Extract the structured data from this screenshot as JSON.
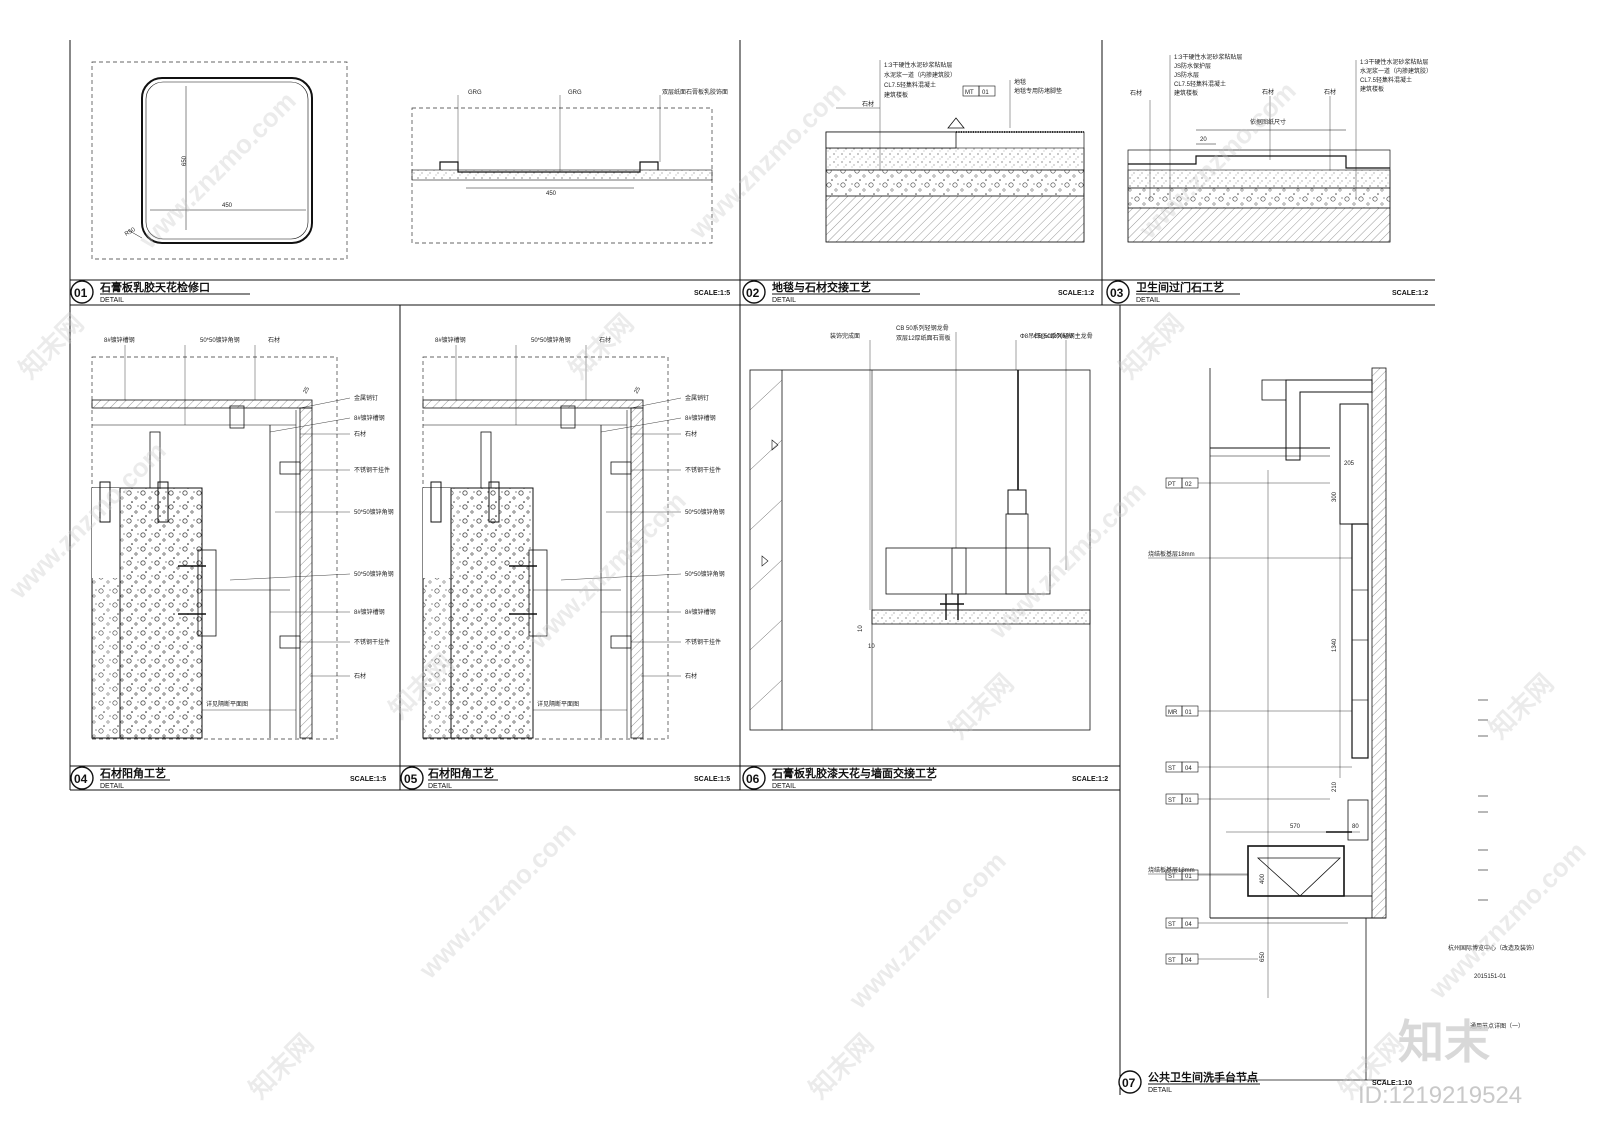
{
  "panels": [
    {
      "num": "01",
      "title": "石膏板乳胶天花检修口",
      "sub": "DETAIL",
      "scale": "SCALE:1:5"
    },
    {
      "num": "02",
      "title": "地毯与石材交接工艺",
      "sub": "DETAIL",
      "scale": "SCALE:1:2"
    },
    {
      "num": "03",
      "title": "卫生间过门石工艺",
      "sub": "DETAIL",
      "scale": "SCALE:1:2"
    },
    {
      "num": "04",
      "title": "石材阳角工艺",
      "sub": "DETAIL",
      "scale": "SCALE:1:5"
    },
    {
      "num": "05",
      "title": "石材阳角工艺",
      "sub": "DETAIL",
      "scale": "SCALE:1:5"
    },
    {
      "num": "06",
      "title": "石膏板乳胶漆天花与墙面交接工艺",
      "sub": "DETAIL",
      "scale": "SCALE:1:2"
    },
    {
      "num": "07",
      "title": "公共卫生间洗手台节点",
      "sub": "DETAIL",
      "scale": "SCALE:1:10"
    }
  ],
  "p01": {
    "dim_h": "650",
    "dim_w": "450",
    "dim_r": "R50",
    "labels": [
      "GRG",
      "GRG",
      "双层纸面石膏板乳胶饰面"
    ],
    "dim_bottom": "450"
  },
  "p02": {
    "labels_left": [
      "1:3干硬性水泥砂浆粘贴层",
      "水泥浆一道（内掺建筑胶）",
      "CL7.5轻集料混凝土",
      "建筑楼板"
    ],
    "label_stone": "石材",
    "tag": {
      "code": "MT",
      "num": "01"
    },
    "labels_right": [
      "地毯",
      "地毯专用防堵脚垫"
    ]
  },
  "p03": {
    "labels_left": [
      "1:3干硬性水泥砂浆粘贴层",
      "JS防水保护层",
      "JS防水层",
      "CL7.5轻集料混凝土",
      "建筑楼板"
    ],
    "labels_right": [
      "1:3干硬性水泥砂浆粘贴层",
      "水泥浆一道（内掺建筑胶）",
      "CL7.5轻集料混凝土",
      "建筑楼板"
    ],
    "stone_left": "石材",
    "stone_mid": "石材",
    "stone_right": "石材",
    "dim_label": "依据图纸尺寸",
    "dim_20": "20"
  },
  "p04": {
    "top": [
      "8#镀锌槽钢",
      "50*50镀锌角钢",
      "石材"
    ],
    "right": [
      "金属销钉",
      "8#镀锌槽钢",
      "石材",
      "不锈钢干挂件",
      "50*50镀锌角钢",
      "50*50镀锌角钢",
      "8#镀锌槽钢",
      "不锈钢干挂件",
      "石材"
    ],
    "bottom": "详见隔断平面图",
    "dim": "25"
  },
  "p05": {
    "top": [
      "8#镀锌槽钢",
      "50*50镀锌角钢",
      "石材"
    ],
    "right": [
      "金属销钉",
      "8#镀锌槽钢",
      "石材",
      "不锈钢干挂件",
      "50*50镀锌角钢",
      "50*50镀锌角钢",
      "8#镀锌槽钢",
      "不锈钢干挂件",
      "石材"
    ],
    "bottom": "详见隔断平面图",
    "dim": "25"
  },
  "p06": {
    "labels": [
      "装饰完成面",
      "CB 50系列轻钢龙骨",
      "双层12厚纸面石膏板",
      "Φ8吊杆@≤1200MM",
      "CB 50系列轻钢主龙骨"
    ],
    "dims": [
      "10",
      "10"
    ]
  },
  "p07": {
    "tags": [
      {
        "code": "PT",
        "num": "02"
      },
      {
        "code": "MR",
        "num": "01"
      },
      {
        "code": "ST",
        "num": "04"
      },
      {
        "code": "ST",
        "num": "01"
      },
      {
        "code": "ST",
        "num": "01"
      },
      {
        "code": "ST",
        "num": "04"
      },
      {
        "code": "ST",
        "num": "04"
      }
    ],
    "labels": [
      "烧结板基层18mm",
      "烧结板基层18mm"
    ],
    "dims": [
      "205",
      "300",
      "1340",
      "210",
      "570",
      "80",
      "400",
      "650"
    ]
  },
  "side_info": {
    "project": "杭州国际博览中心（改造及装饰）",
    "code": "2015151-01",
    "drawing": "通用节点详图（一）"
  },
  "watermarks": {
    "site": "www.znzmo.com",
    "cn": "知末网",
    "brand": "知末",
    "id": "ID:1219219524"
  },
  "colors": {
    "line": "#111111",
    "hatch": "#555555",
    "watermark": "#c8c8c8"
  }
}
